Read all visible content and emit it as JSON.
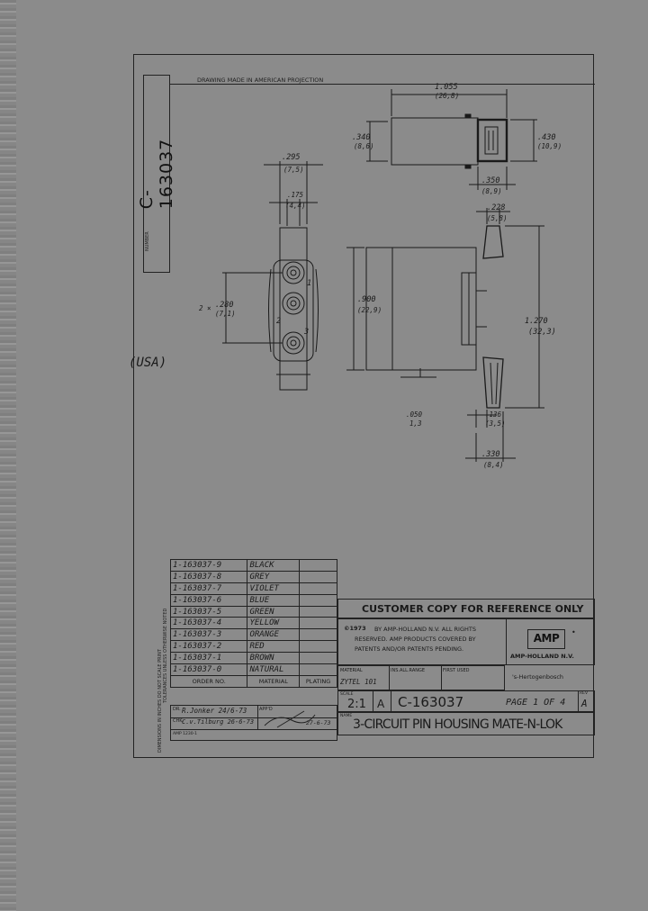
{
  "sheet": {
    "projection_note": "DRAWING MADE IN AMERICAN PROJECTION",
    "number_label": "NUMBER",
    "drawing_number": "C-163037",
    "handwritten_note": "(USA)"
  },
  "dimensions": {
    "top_width_in": "1.055",
    "top_width_mm": "(26,8)",
    "top_left_height_in": ".340",
    "top_left_height_mm": "(8,6)",
    "top_right_height_in": ".430",
    "top_right_height_mm": "(10,9)",
    "top_flange_in": ".350",
    "top_flange_mm": "(8,9)",
    "front_width_in": ".295",
    "front_width_mm": "(7,5)",
    "front_slot_in": ".175",
    "front_slot_mm": "(4,4)",
    "pitch_prefix": "2 ×",
    "pitch_in": ".280",
    "pitch_mm": "(7,1)",
    "pin_labels": [
      "1",
      "2",
      "3"
    ],
    "side_top_in": ".228",
    "side_top_mm": "(5,8)",
    "side_height_in": ".900",
    "side_height_mm": "(22,9)",
    "side_total_in": "1.270",
    "side_total_mm": "(32,3)",
    "latch_in": ".050",
    "latch_mm": "1,3",
    "latch2_in": ".136",
    "latch2_mm": "(3,5)",
    "bottom_in": ".330",
    "bottom_mm": "(8,4)"
  },
  "order_table": {
    "rows": [
      {
        "order_no": "1-163037-9",
        "material": "BLACK",
        "plating": ""
      },
      {
        "order_no": "1-163037-8",
        "material": "GREY",
        "plating": ""
      },
      {
        "order_no": "1-163037-7",
        "material": "VIOLET",
        "plating": ""
      },
      {
        "order_no": "1-163037-6",
        "material": "BLUE",
        "plating": ""
      },
      {
        "order_no": "1-163037-5",
        "material": "GREEN",
        "plating": ""
      },
      {
        "order_no": "1-163037-4",
        "material": "YELLOW",
        "plating": ""
      },
      {
        "order_no": "1-163037-3",
        "material": "ORANGE",
        "plating": ""
      },
      {
        "order_no": "1-163037-2",
        "material": "RED",
        "plating": ""
      },
      {
        "order_no": "1-163037-1",
        "material": "BROWN",
        "plating": ""
      },
      {
        "order_no": "1-163037-0",
        "material": "NATURAL",
        "plating": ""
      }
    ],
    "header_order_no": "ORDER NO.",
    "header_material": "MATERIAL",
    "header_plating": "PLATING"
  },
  "title_block": {
    "customer_copy": "CUSTOMER COPY FOR REFERENCE ONLY",
    "copyright_symbol": "©1973",
    "copyright_line1": "BY AMP-HOLLAND N.V. ALL RIGHTS",
    "copyright_line2": "RESERVED. AMP PRODUCTS COVERED BY",
    "copyright_line3": "PATENTS AND/OR PATENTS PENDING.",
    "company_logo": "AMP",
    "company_name": "AMP-HOLLAND N.V.",
    "company_city": "'s-Hertogenbosch",
    "material_label": "MATERIAL",
    "material_value": "ZYTEL 101",
    "ins_label": "INS.ALL.RANGE",
    "first_used_label": "FIRST USED",
    "scale_label": "SCALE",
    "scale_value": "2:1",
    "size_value": "A",
    "drawing_number": "C-163037",
    "page_value": "PAGE 1 OF 4",
    "rev_label": "REV",
    "rev_value": "A",
    "name_label": "NAME",
    "title": "3-CIRCUIT PIN HOUSING MATE-N-LOK",
    "dr_label": "DR.",
    "dr_value": "R.Jonker 24/6-73",
    "chk_label": "CHK.",
    "chk_value": "C.v.Tilburg 26-6-73",
    "appd_label": "APP'D",
    "appd_date": "27-6-73",
    "dimensions_note": "DIMENSIONS IN INCHES DO NOT SCALE PRINT",
    "tolerance_note": "TOLERANCES UNLESS OTHERWISE NOTED",
    "form_no": "AMP 1230-1"
  }
}
